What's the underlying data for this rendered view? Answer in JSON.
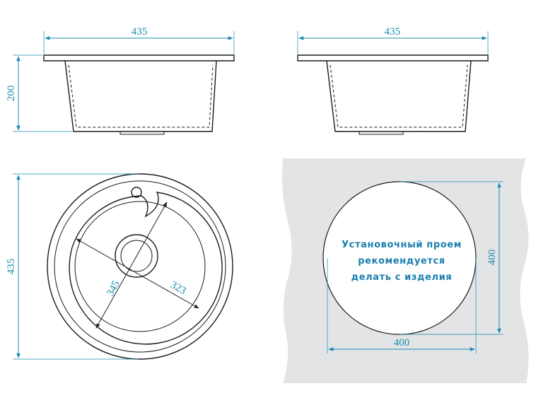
{
  "side_view_left": {
    "width_label": "435",
    "height_label": "200"
  },
  "side_view_right": {
    "width_label": "435"
  },
  "top_view": {
    "overall_label": "435",
    "diameter_bowl_label": "345",
    "diameter_inner_label": "323"
  },
  "cutout": {
    "height_label": "400",
    "width_label": "400",
    "note_lines": [
      "Установочный проем",
      "рекомендуется",
      "делать с изделия"
    ]
  },
  "colors": {
    "dimension": "#1a8bb0",
    "outline": "#1a1a1a",
    "countertop": "#e3e4e6",
    "note": "#1a7fb0"
  }
}
